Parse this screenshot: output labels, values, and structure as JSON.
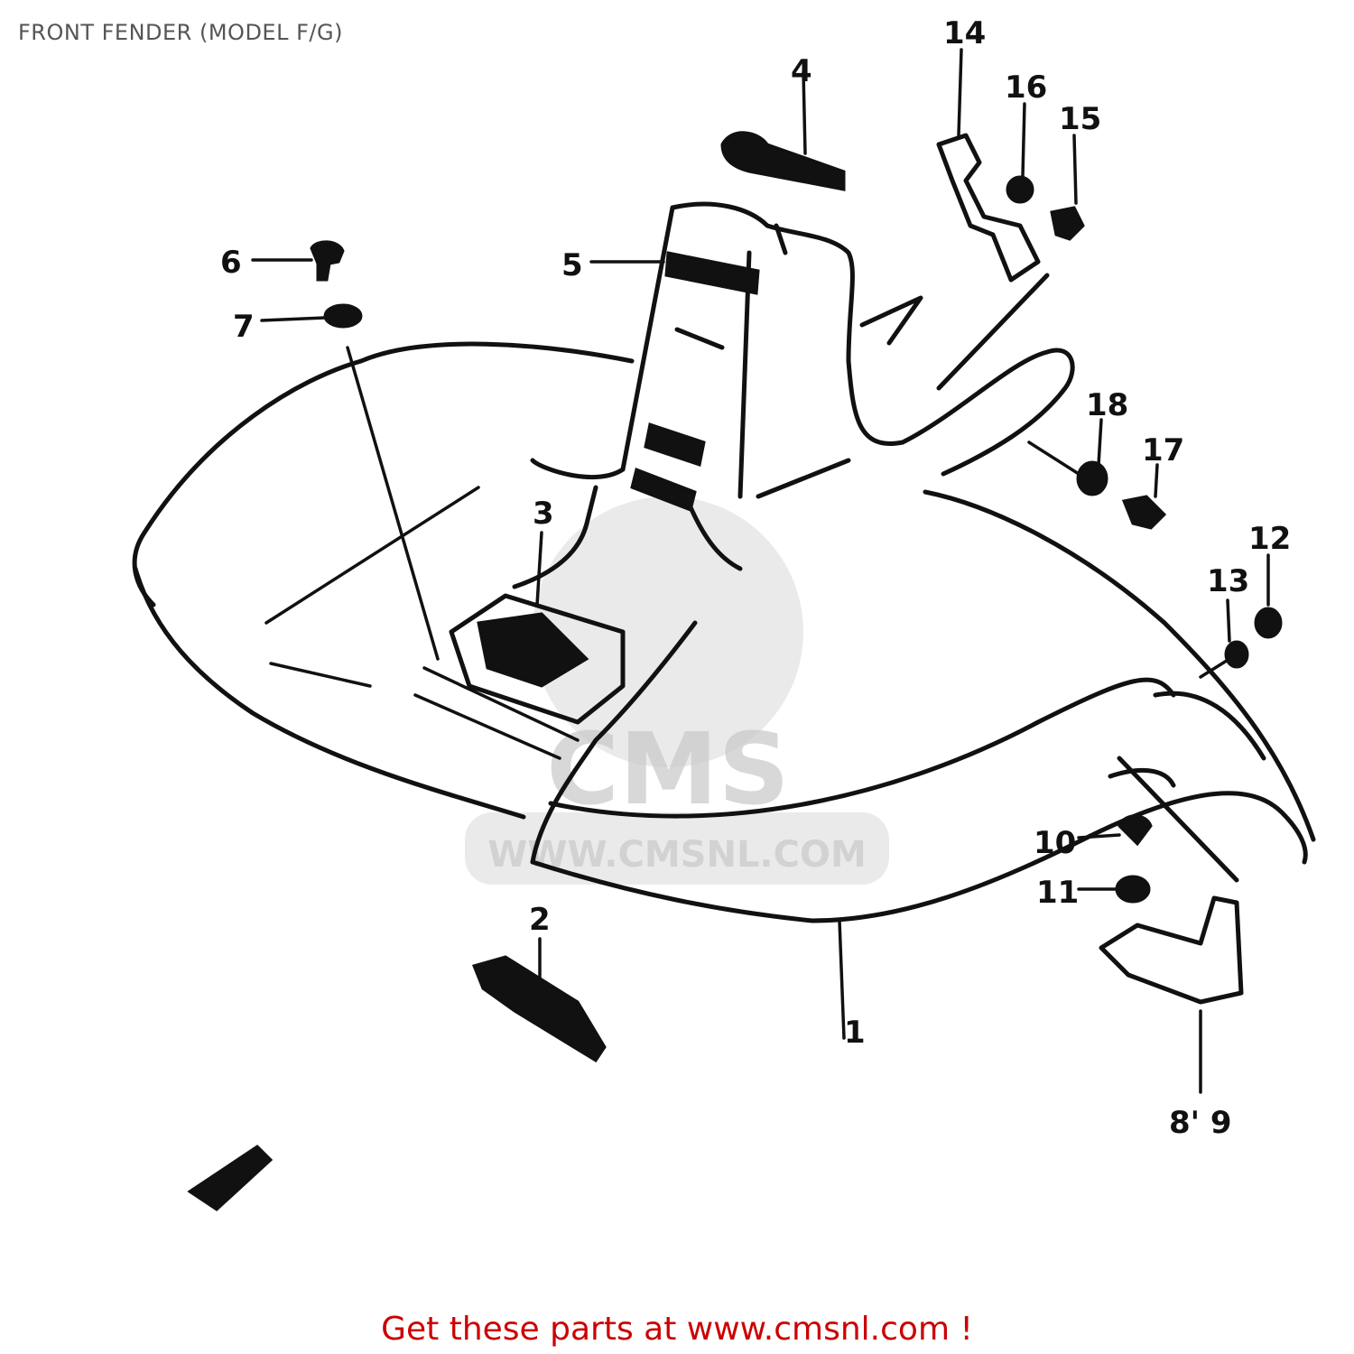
{
  "header": {
    "title": "FRONT FENDER (MODEL F/G)"
  },
  "watermark": {
    "brand": "CMS",
    "url": "WWW.CMSNL.COM"
  },
  "footer": {
    "text": "Get these parts at www.cmsnl.com !"
  },
  "callouts": [
    "1",
    "2",
    "3",
    "4",
    "5",
    "6",
    "7",
    "8' 9",
    "10",
    "11",
    "12",
    "13",
    "14",
    "15",
    "16",
    "17",
    "18"
  ],
  "colors": {
    "footer_text": "#cc0000",
    "title_text": "#555555",
    "line_art": "#111111"
  }
}
